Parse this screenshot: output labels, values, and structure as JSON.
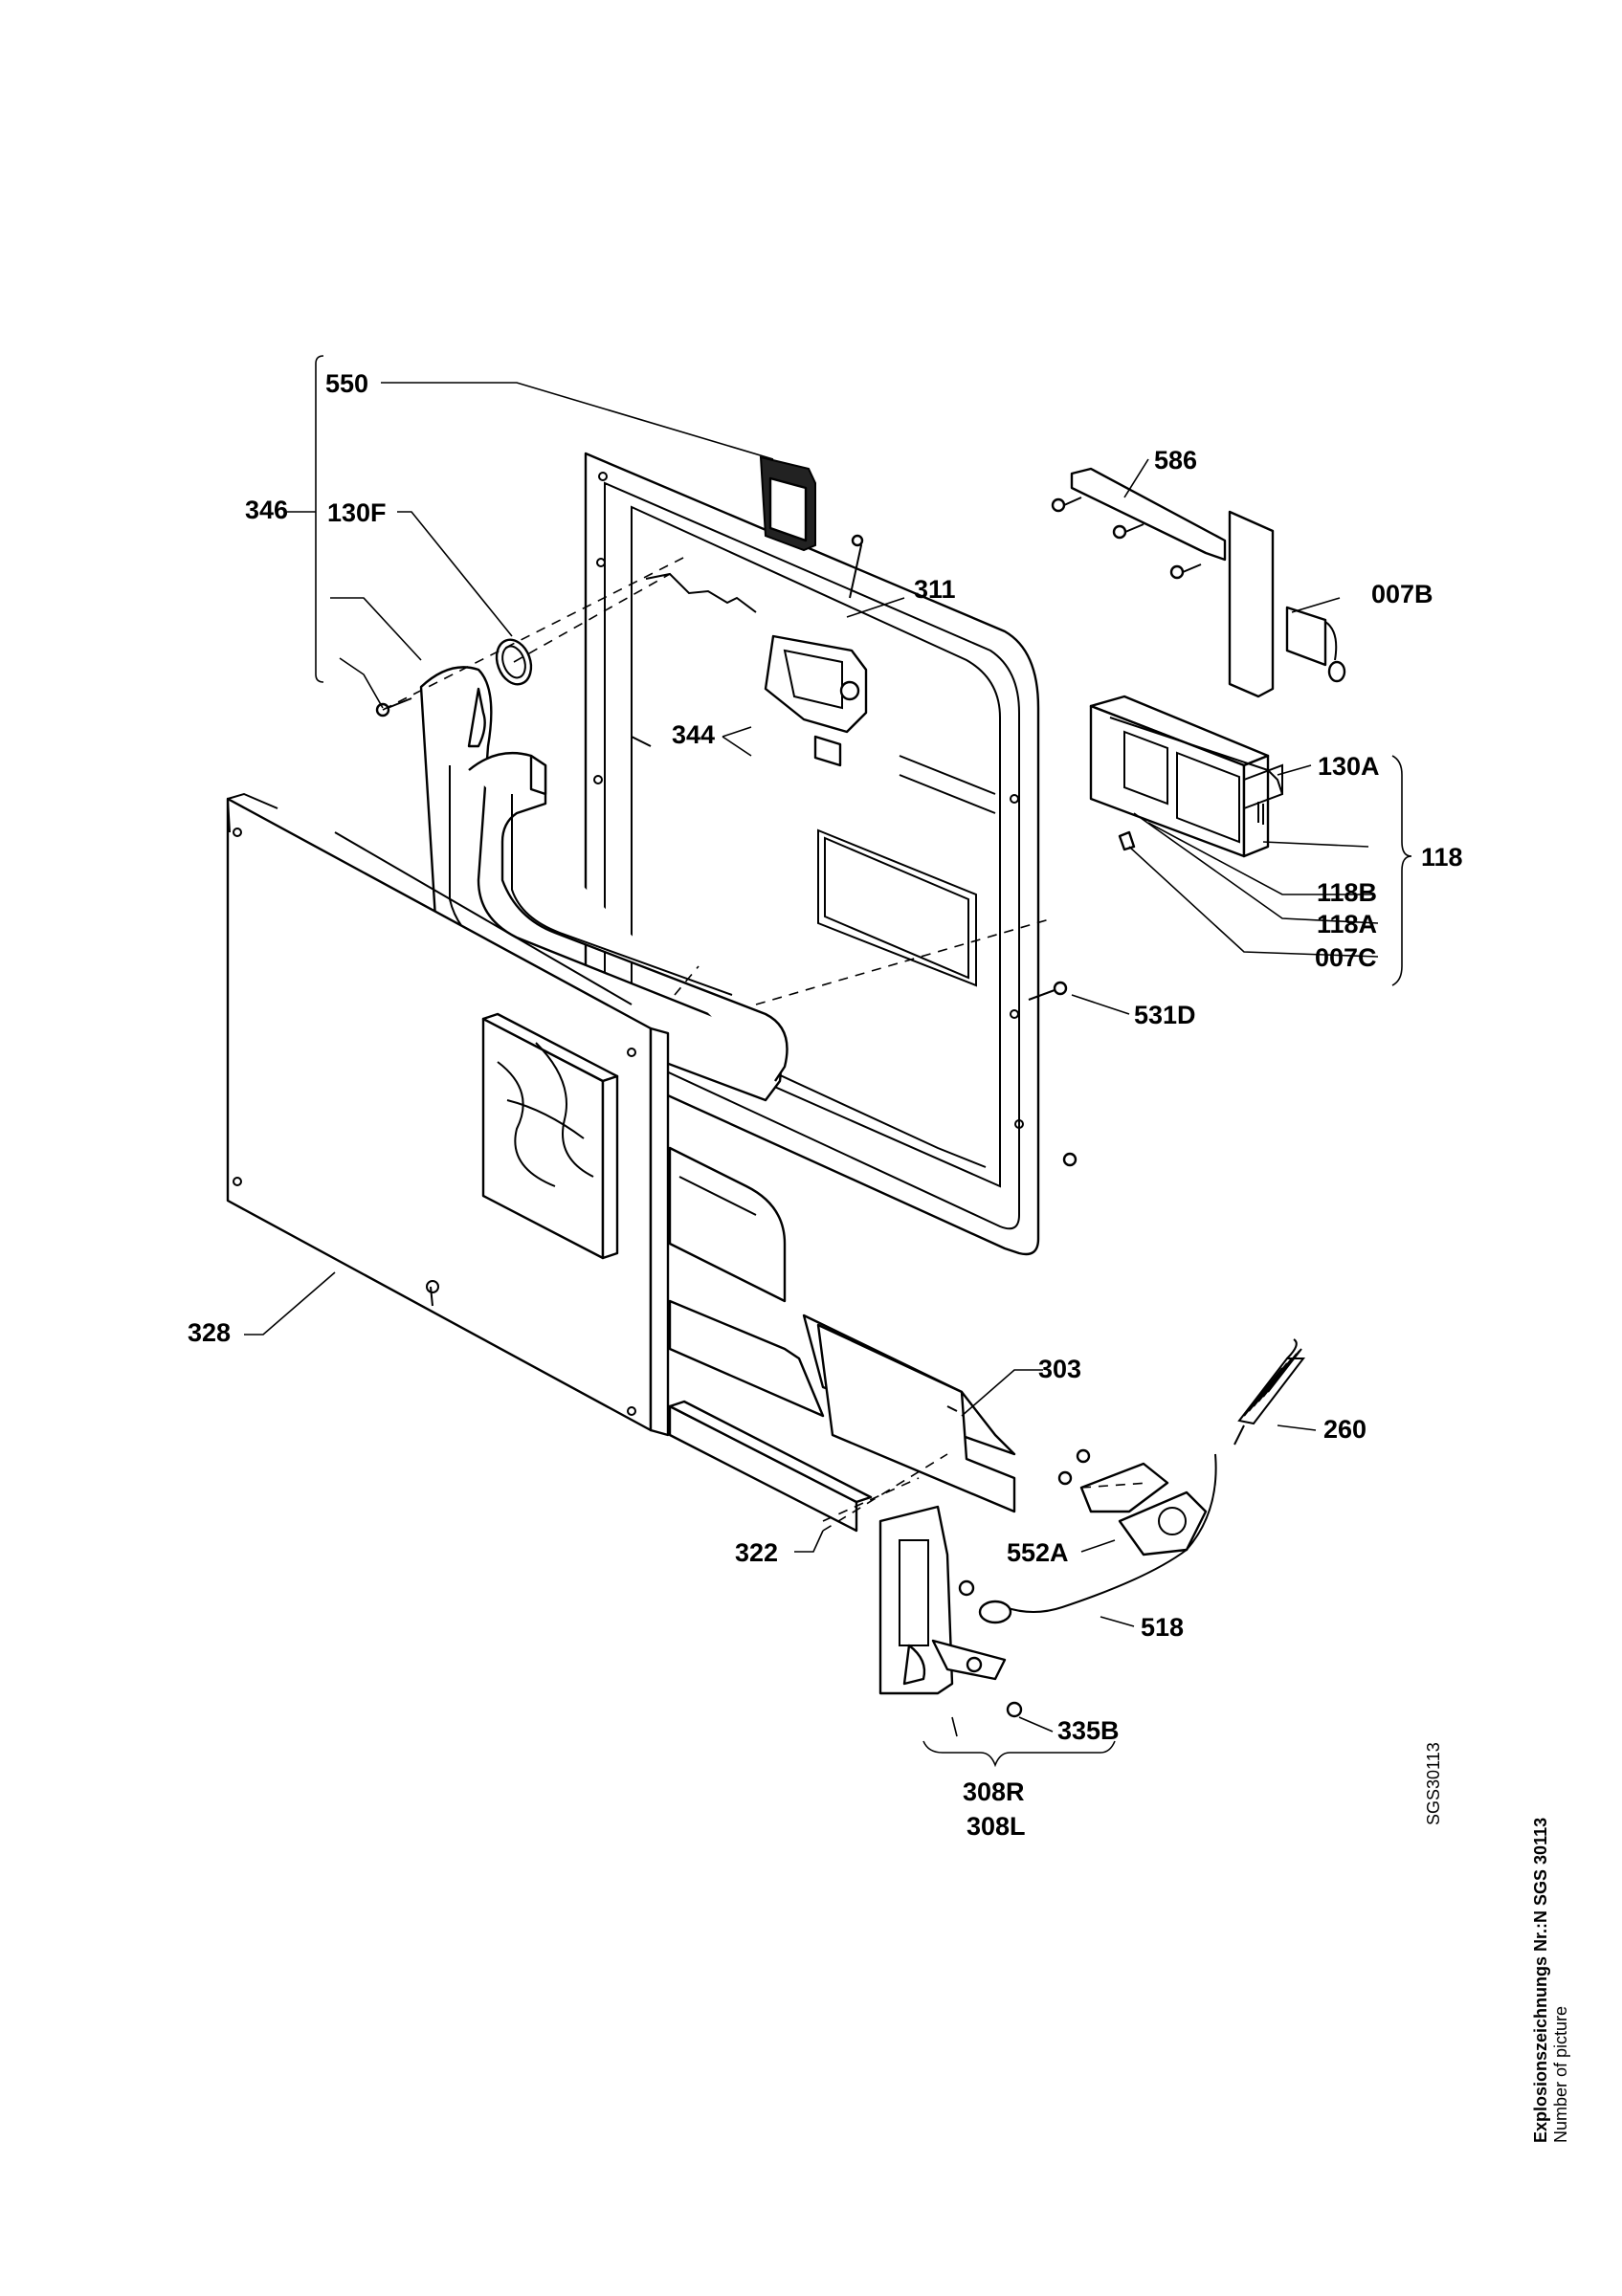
{
  "labels": {
    "p550": "550",
    "p346": "346",
    "p130F": "130F",
    "p586": "586",
    "p311": "311",
    "p007B": "007B",
    "p344": "344",
    "p130A": "130A",
    "p118": "118",
    "p118B": "118B",
    "p118A": "118A",
    "p007C": "007C",
    "p531D": "531D",
    "p328": "328",
    "p303": "303",
    "p260": "260",
    "p552A": "552A",
    "p322": "322",
    "p518": "518",
    "p335B": "335B",
    "p308R": "308R",
    "p308L": "308L"
  },
  "reference_code": "SGS30113",
  "title": {
    "line1": "Explosionszeichnungs Nr.:N SGS 30113",
    "line2": "Number of picture"
  }
}
